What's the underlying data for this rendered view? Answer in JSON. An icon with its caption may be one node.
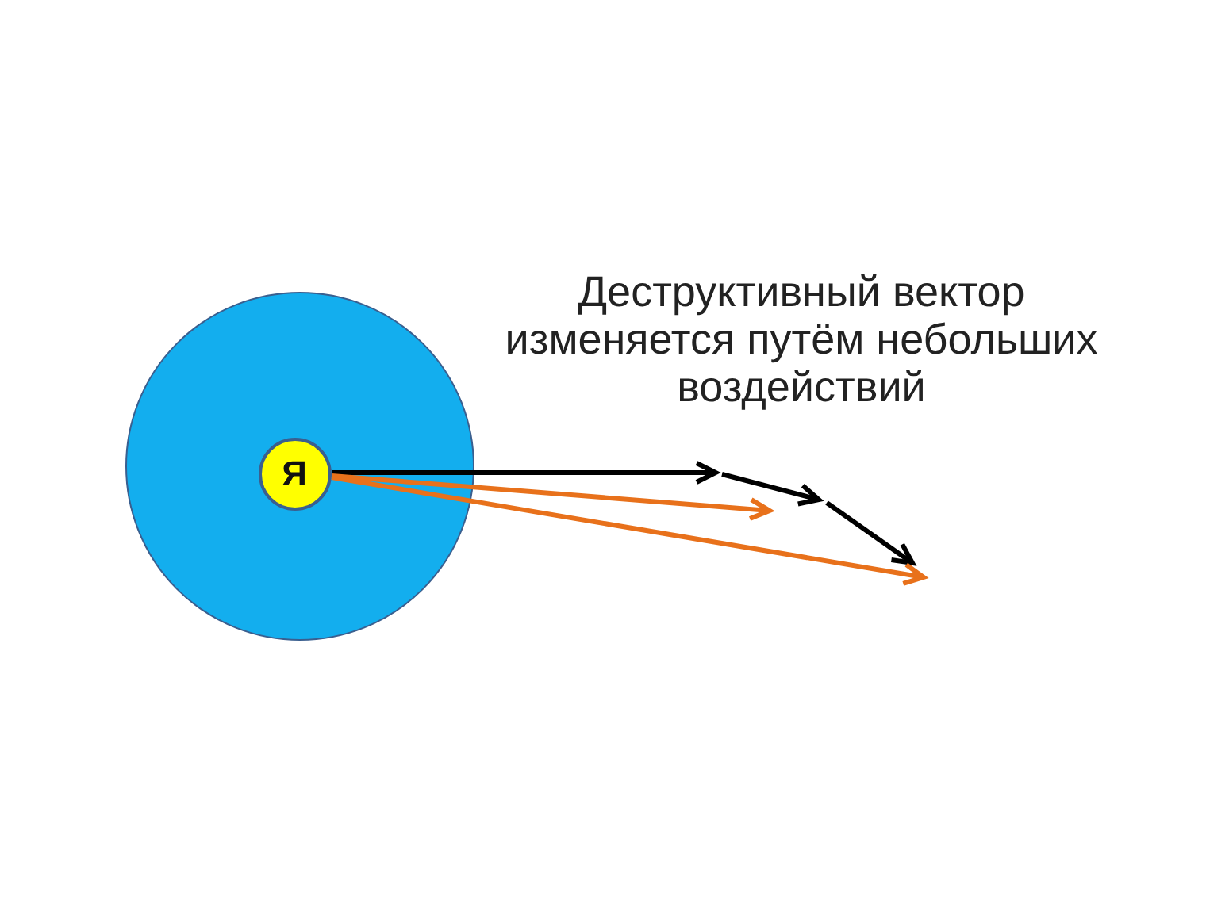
{
  "diagram": {
    "nodes": [
      {
        "text": [],
        "shape": "circle"
      },
      {
        "text": [
          "Я"
        ],
        "in": 0
      }
    ],
    "labels": [
      "Деструктивный вектор изменяется путём небольших воздействий"
    ]
  }
}
